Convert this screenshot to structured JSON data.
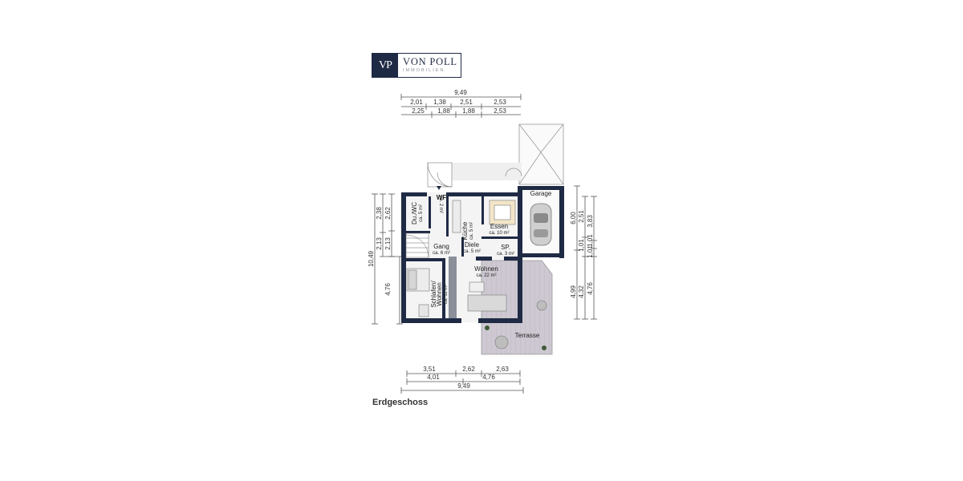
{
  "brand": {
    "mark": "VP",
    "name": "VON POLL",
    "sub": "IMMOBILIEN"
  },
  "floor_name": "Erdgeschoss",
  "rooms": {
    "garage": "Garage",
    "dusch_wc": "Du./WC",
    "dusch_wc_area": "ca. 5 m²",
    "wf": "WF",
    "wf_area": "ca. 2 m²",
    "kueche": "Küche",
    "kueche_area": "ca. 5 m²",
    "essen": "Essen",
    "essen_area": "ca. 10 m²",
    "gang": "Gang",
    "gang_area": "ca. 6 m²",
    "diele": "Diele",
    "diele_area": "ca. 5 m²",
    "sp": "SP.",
    "sp_area": "ca. 3 m²",
    "wohnen": "Wohnen",
    "wohnen_area": "ca. 22 m²",
    "schlafen": "Schlafen/",
    "schlafen2": "Wohnen",
    "schlafen_area": "ca. 11 m²",
    "terrasse": "Terrasse"
  },
  "dims": {
    "top_total": "9,49",
    "top_row1": [
      "2,01",
      "1,38",
      "2,51",
      "2,53"
    ],
    "top_row2": [
      "2,25",
      "1,88",
      "1,88",
      "2,53"
    ],
    "bottom_row1": [
      "3,51",
      "2,62",
      "2,63"
    ],
    "bottom_row2": [
      "4,01",
      "4,76"
    ],
    "bottom_total": "9,49",
    "left_total": "10,49",
    "left_a": [
      "2,38"
    ],
    "left_b": [
      "2,62",
      "2,13"
    ],
    "left_c": [
      "2,13",
      "4,76"
    ],
    "right_a": [
      "6,00",
      "4,99"
    ],
    "right_b": [
      "2,51",
      "1,01",
      "4,32"
    ],
    "right_c": [
      "3,83",
      "1,01",
      "1,01",
      "4,76"
    ]
  },
  "colors": {
    "wall": "#1f2a44",
    "terrace": "#c9c4cd",
    "floor": "#f4f4f4"
  }
}
